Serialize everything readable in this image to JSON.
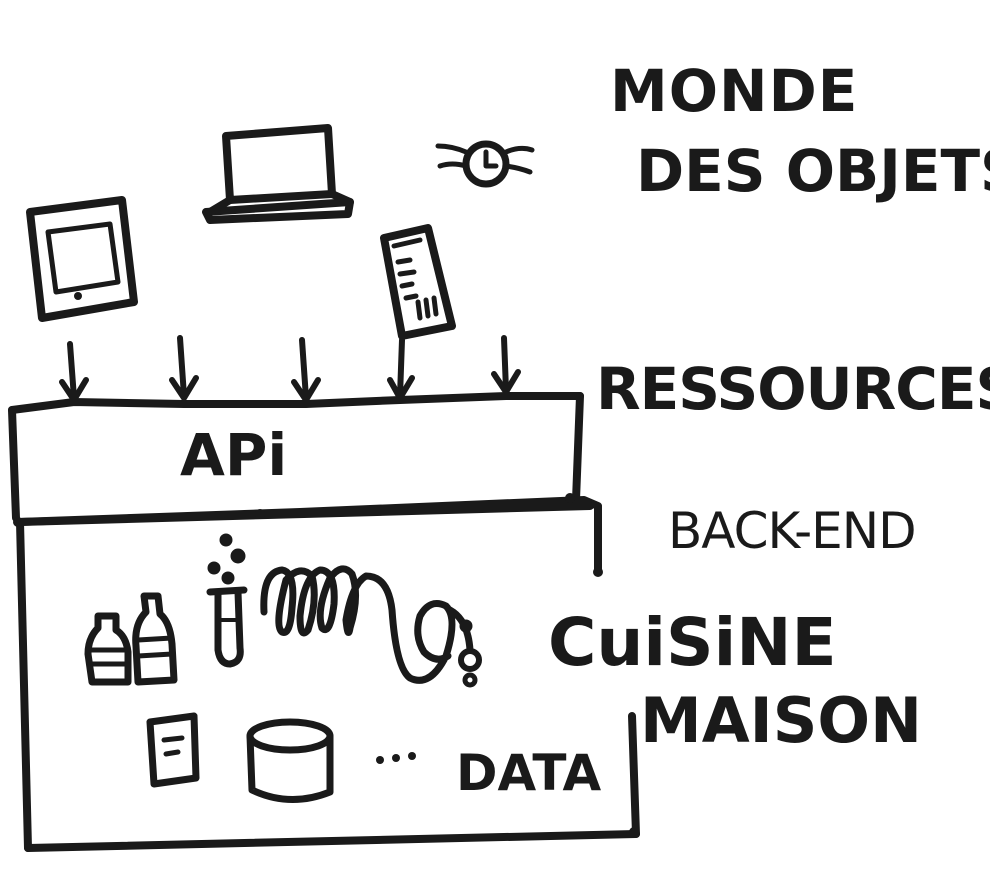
{
  "labels": {
    "monde": "MONDE",
    "objets": "DES OBJETS",
    "ressources": "RESSOURCES",
    "api": "APi",
    "backend": "BACK-END",
    "cuisine": "CuiSiNE",
    "maison": "MAiSON",
    "data": "DATA",
    "ellipsis": "..."
  },
  "colors": {
    "ink": "#1a1a1a",
    "paper": "#ffffff"
  },
  "icons": [
    "tablet-icon",
    "laptop-icon",
    "watch-icon",
    "phone-icon",
    "bottles-icon",
    "test-tube-icon",
    "cable-icon",
    "document-icon",
    "database-icon"
  ]
}
